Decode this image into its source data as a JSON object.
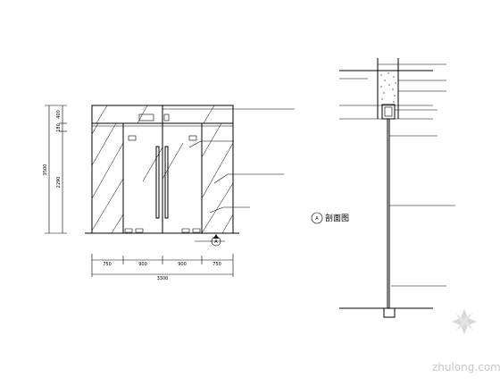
{
  "elevation": {
    "dims_horizontal": [
      "750",
      "900",
      "900",
      "750"
    ],
    "dim_total": "3300",
    "dims_vertical_left": [
      "400",
      "180",
      "2290"
    ],
    "dim_vertical_total": "3500",
    "notes": [
      "",
      "",
      "",
      ""
    ],
    "section_marker": "A"
  },
  "section": {
    "marker": "A",
    "title": "剖面图",
    "notes": [
      "",
      "",
      "",
      "",
      "",
      "",
      ""
    ]
  },
  "watermark": "zhulong.com"
}
